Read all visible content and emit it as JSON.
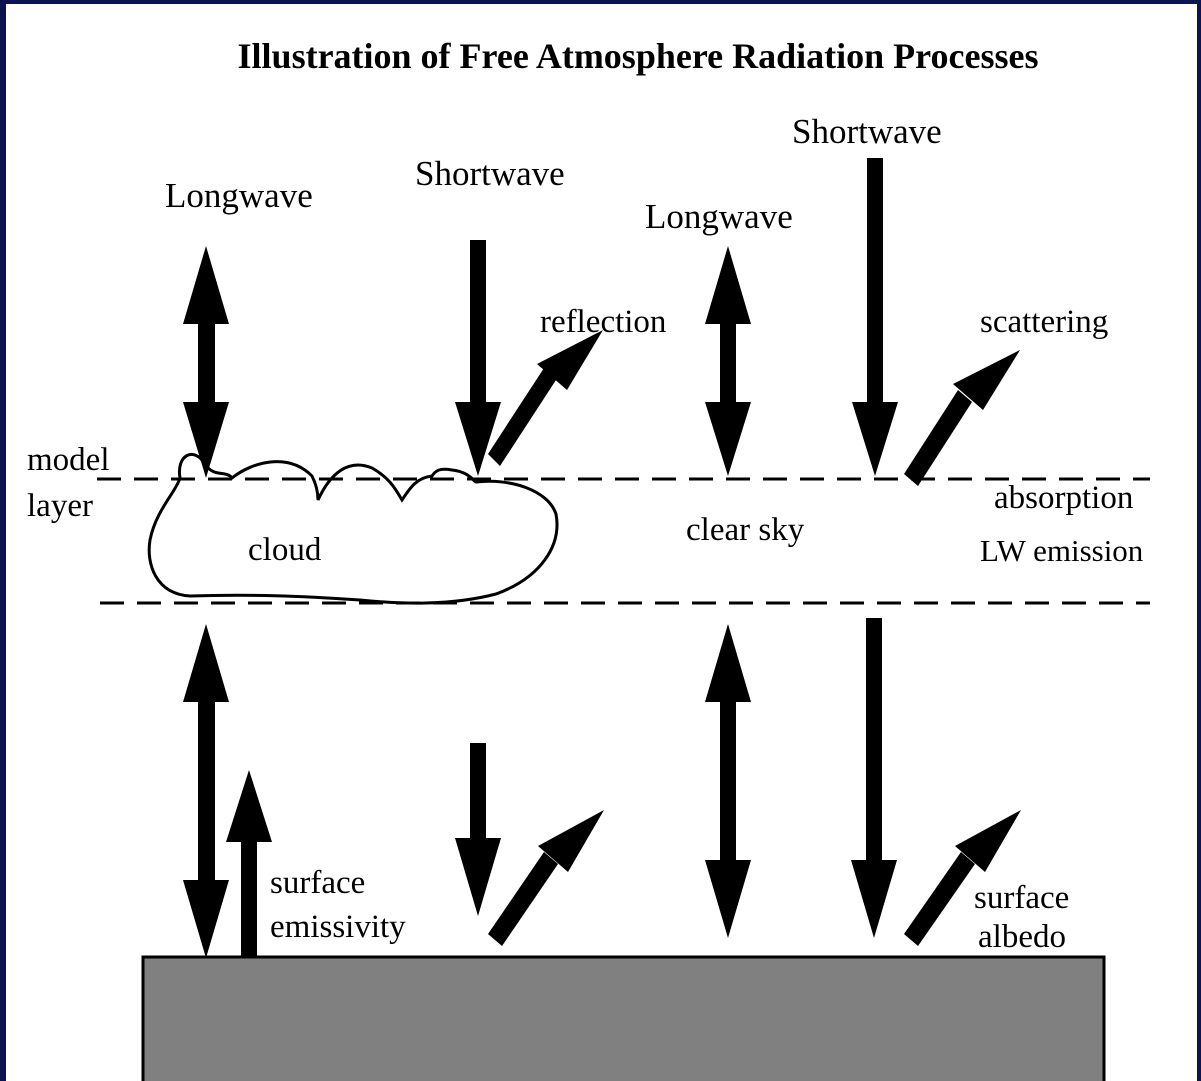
{
  "title": "Illustration of Free Atmosphere Radiation Processes",
  "labels": {
    "longwave_left": "Longwave",
    "shortwave_mid": "Shortwave",
    "longwave_right": "Longwave",
    "shortwave_right": "Shortwave",
    "reflection": "reflection",
    "scattering": "scattering",
    "model": "model",
    "layer": "layer",
    "cloud": "cloud",
    "clear_sky": "clear sky",
    "absorption": "absorption",
    "lw_emission": "LW emission",
    "surface_emissivity_1": "surface",
    "surface_emissivity_2": "emissivity",
    "surface_albedo_1": "surface",
    "surface_albedo_2": "albedo"
  },
  "colors": {
    "background": "#0b1450",
    "panel": "#ffffff",
    "ground": "#808080",
    "ink": "#000000"
  }
}
